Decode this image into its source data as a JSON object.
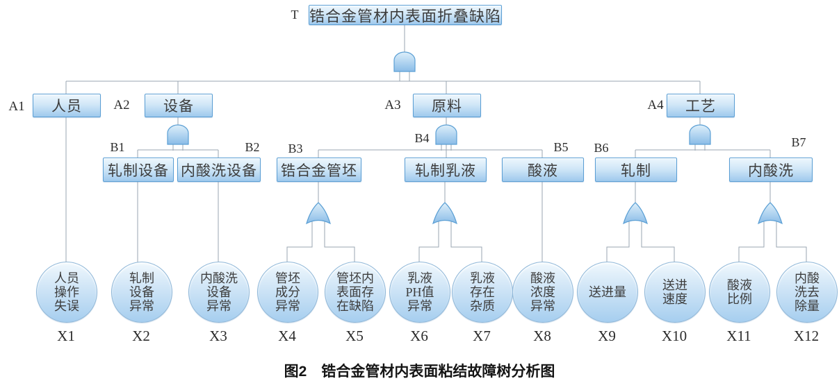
{
  "figure": {
    "caption": "图2　锆合金管材内表面粘结故障树分析图"
  },
  "tree": {
    "top": {
      "id": "T",
      "label": "锆合金管材内表面折叠缺陷"
    },
    "intermediate_a": [
      {
        "id": "A1",
        "label": "人员"
      },
      {
        "id": "A2",
        "label": "设备"
      },
      {
        "id": "A3",
        "label": "原料"
      },
      {
        "id": "A4",
        "label": "工艺"
      }
    ],
    "intermediate_b": [
      {
        "id": "B1",
        "label": "轧制设备"
      },
      {
        "id": "B2",
        "label": "内酸洗设备"
      },
      {
        "id": "B3",
        "label": "锆合金管坯"
      },
      {
        "id": "B4",
        "label": "轧制乳液"
      },
      {
        "id": "B5",
        "label": "酸液"
      },
      {
        "id": "B6",
        "label": "轧制"
      },
      {
        "id": "B7",
        "label": "内酸洗"
      }
    ],
    "basic_events": [
      {
        "id": "X1",
        "label": "人员\n操作\n失误"
      },
      {
        "id": "X2",
        "label": "轧制\n设备\n异常"
      },
      {
        "id": "X3",
        "label": "内酸洗\n设备\n异常"
      },
      {
        "id": "X4",
        "label": "管坯\n成分\n异常"
      },
      {
        "id": "X5",
        "label": "管坯内\n表面存\n在缺陷"
      },
      {
        "id": "X6",
        "label": "乳液\nPH值\n异常"
      },
      {
        "id": "X7",
        "label": "乳液\n存在\n杂质"
      },
      {
        "id": "X8",
        "label": "酸液\n浓度\n异常"
      },
      {
        "id": "X9",
        "label": "送进量"
      },
      {
        "id": "X10",
        "label": "送进\n速度"
      },
      {
        "id": "X11",
        "label": "酸液\n比例"
      },
      {
        "id": "X12",
        "label": "内酸\n洗去\n除量"
      }
    ],
    "gates": {
      "top_gate": "AND",
      "a2_gate": "AND",
      "a3_gate": "AND",
      "a4_gate": "AND",
      "b3_gate": "OR",
      "b4_gate": "OR",
      "b6_gate": "OR",
      "b7_gate": "OR"
    },
    "colors": {
      "node_fill_top": "#eef7fd",
      "node_fill_bottom": "#9fc9ed",
      "node_border": "#5b9fd4",
      "wire": "#98a6b2",
      "text": "#3d3d3d"
    }
  }
}
